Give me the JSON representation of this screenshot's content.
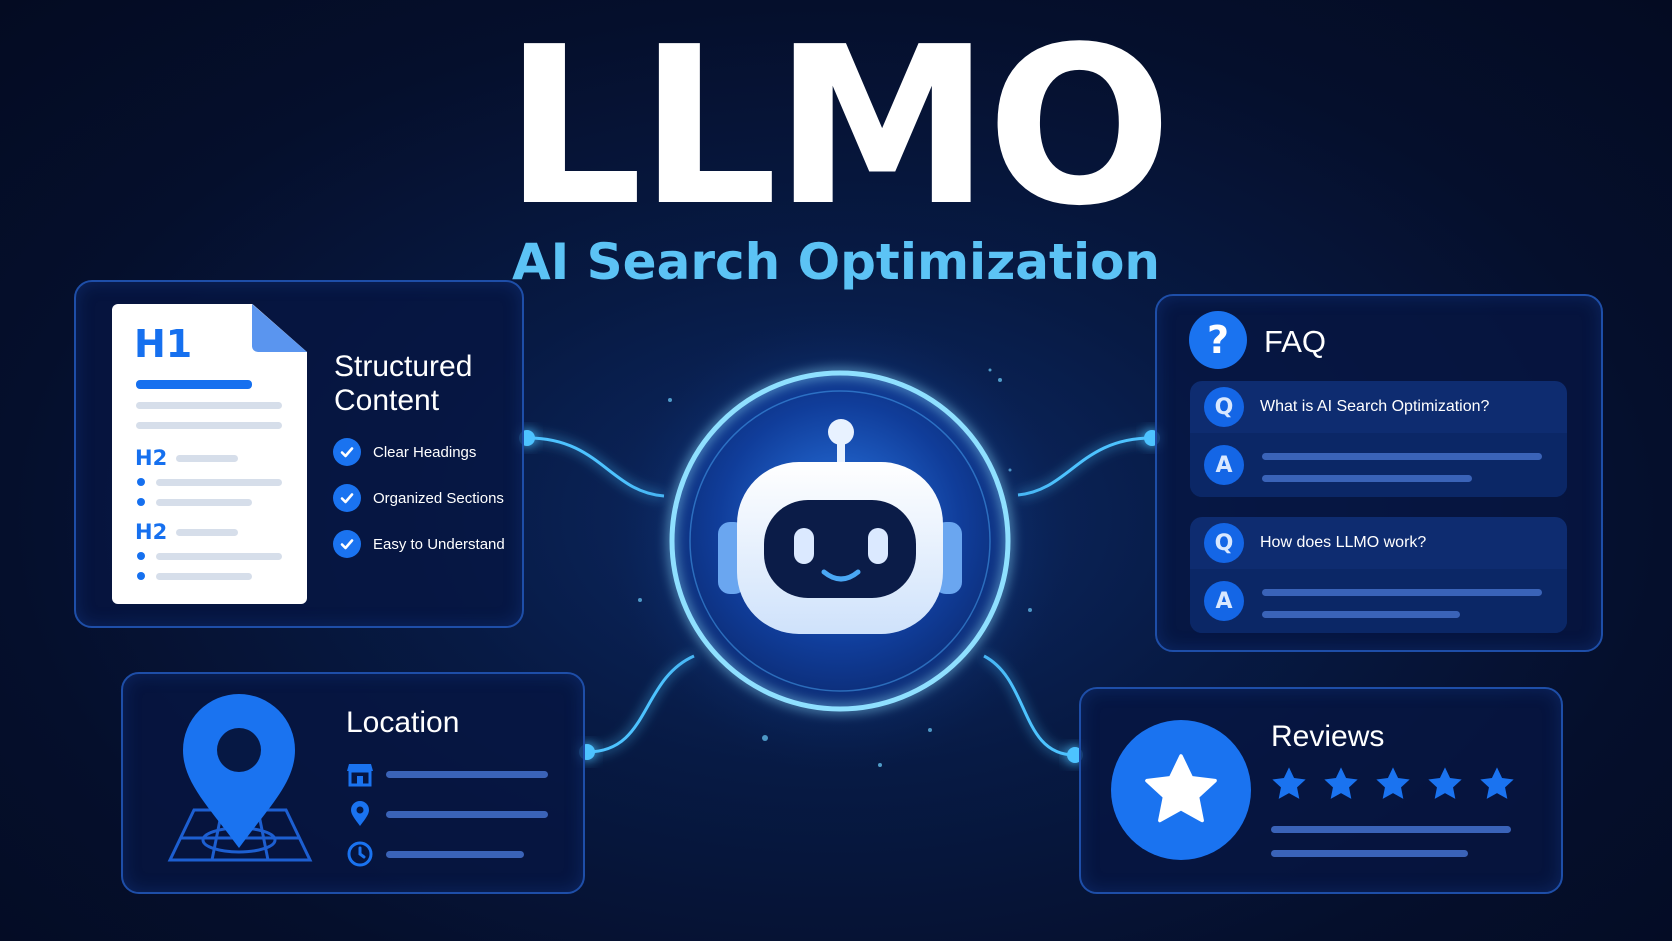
{
  "header": {
    "title": "LLMO",
    "subtitle": "AI Search Optimization"
  },
  "structured_content": {
    "title_line1": "Structured",
    "title_line2": "Content",
    "document": {
      "h1": "H1",
      "h2_first": "H2",
      "h2_second": "H2"
    },
    "items": [
      "Clear Headings",
      "Organized Sections",
      "Easy to Understand"
    ]
  },
  "faq": {
    "title": "FAQ",
    "question_mark": "?",
    "q_badge": "Q",
    "a_badge": "A",
    "questions": [
      "What is AI Search Optimization?",
      "How does LLMO work?"
    ]
  },
  "location": {
    "title": "Location"
  },
  "reviews": {
    "title": "Reviews",
    "rating": 5,
    "max_rating": 5
  },
  "icons": {
    "document": "document-icon",
    "check": "check-icon",
    "question": "question-circle-icon",
    "map_pin": "map-pin-icon",
    "store": "store-icon",
    "clock": "clock-icon",
    "star": "star-icon",
    "robot": "robot-icon"
  },
  "colors": {
    "background": "#050f2c",
    "accent_blue": "#1a73f0",
    "subtitle_cyan": "#5cc3f5",
    "glow_cyan": "#6fd3ff",
    "card_border": "#1e4ea8"
  }
}
